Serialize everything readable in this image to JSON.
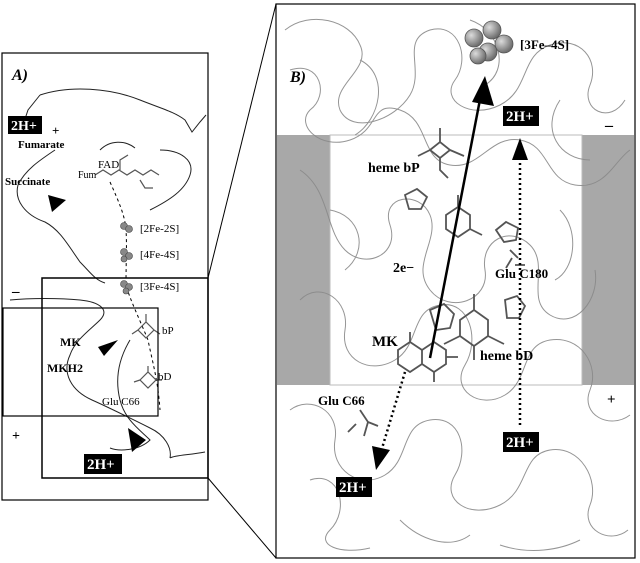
{
  "panel_a": {
    "label": "A)",
    "labels": {
      "h_top": "2H+",
      "plus_top": "+",
      "fumarate": "Fumarate",
      "succinate": "Succinate",
      "fad": "FAD",
      "fum": "Fum",
      "fe2s": "[2Fe-2S]",
      "fe4s": "[4Fe-4S]",
      "fe3s": "[3Fe-4S]",
      "minus": "–",
      "mk": "MK",
      "mkh2": "MKH2",
      "bp": "bP",
      "bd": "bD",
      "gluc66": "Glu C66",
      "plus_bottom": "+",
      "h_bottom": "2H+"
    }
  },
  "panel_b": {
    "label": "B)",
    "labels": {
      "fe3s": "[3Fe–4S]",
      "h_top": "2H+",
      "minus": "–",
      "heme_bp": "heme bP",
      "two_e": "2e−",
      "gluc180": "Glu C180",
      "mk": "MK",
      "heme_bd": "heme bD",
      "gluc66": "Glu C66",
      "plus": "+",
      "h_right": "2H+",
      "h_bottom": "2H+"
    }
  },
  "colors": {
    "membrane": "#a8a8a8",
    "ribbon": "#8a8a8a",
    "structure": "#555555",
    "line": "#000000",
    "cluster": "#9a9a9a"
  }
}
